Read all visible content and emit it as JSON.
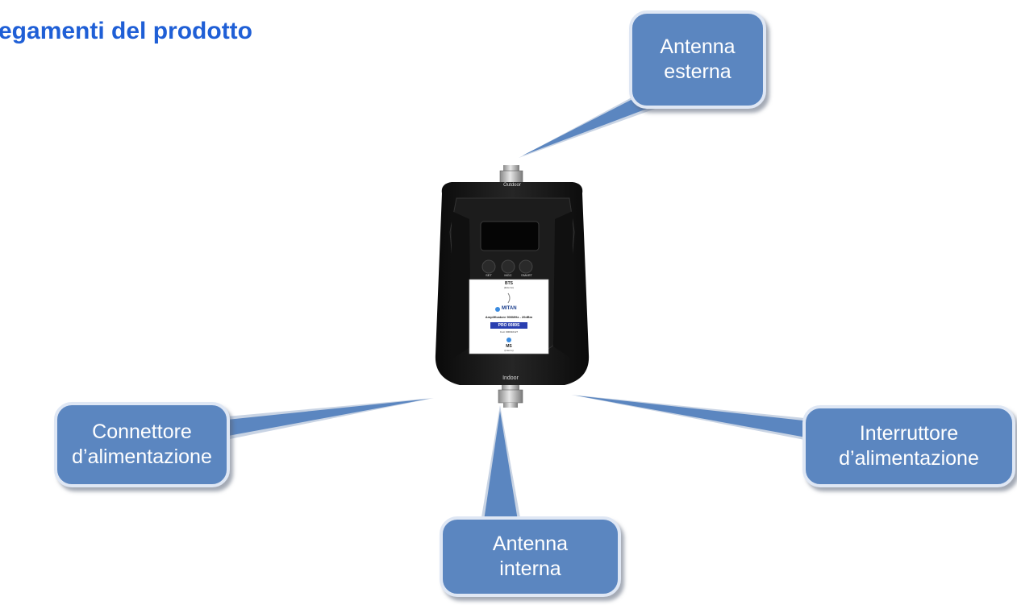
{
  "title": "egamenti del prodotto",
  "callouts": {
    "antenna_esterna": {
      "line1": "Antenna",
      "line2": "esterna"
    },
    "connettore": {
      "line1": "Connettore",
      "line2": "d’alimentazione"
    },
    "interruttore": {
      "line1": "Interruttore",
      "line2": "d’alimentazione"
    },
    "antenna_interna": {
      "line1": "Antenna",
      "line2": "interna"
    }
  },
  "device": {
    "top_port_label": "Outdoor",
    "bottom_port_label": "Indoor",
    "buttons": [
      "SET",
      "MGC",
      "SMART"
    ],
    "label": {
      "bts": "BTS",
      "bts_sub": "(Esterno)",
      "brand": "MITAN",
      "model_line": "Amplificatore 900MHz - 20dBm",
      "product_code": "PRO 0089S",
      "cod": "Cod. 000010127",
      "ms": "MS",
      "ms_sub": "(Interno)"
    }
  },
  "colors": {
    "title": "#1f5fd6",
    "callout_fill": "#5b86c0",
    "callout_border": "#dfe7f4",
    "device_body": "#141414",
    "code_badge": "#2a3fb0"
  }
}
